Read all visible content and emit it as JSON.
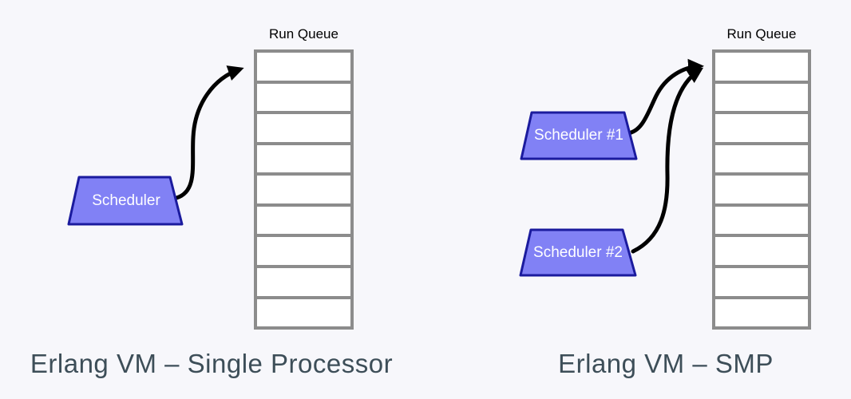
{
  "colors": {
    "background": "#f7f7fb",
    "scheduler_fill": "#8181f5",
    "scheduler_border": "#1b1b9e",
    "scheduler_text": "#ffffff",
    "queue_border": "#8c8c8c",
    "queue_cell_fill": "#ffffff",
    "arrow": "#000000",
    "caption_text": "#3d4e58",
    "queue_label_text": "#000000"
  },
  "panels": [
    {
      "caption": "Erlang VM – Single Processor",
      "queue": {
        "label": "Run Queue",
        "slots": 9
      },
      "schedulers": [
        {
          "label": "Scheduler"
        }
      ]
    },
    {
      "caption": "Erlang VM – SMP",
      "queue": {
        "label": "Run Queue",
        "slots": 9
      },
      "schedulers": [
        {
          "label": "Scheduler #1"
        },
        {
          "label": "Scheduler #2"
        }
      ]
    }
  ]
}
